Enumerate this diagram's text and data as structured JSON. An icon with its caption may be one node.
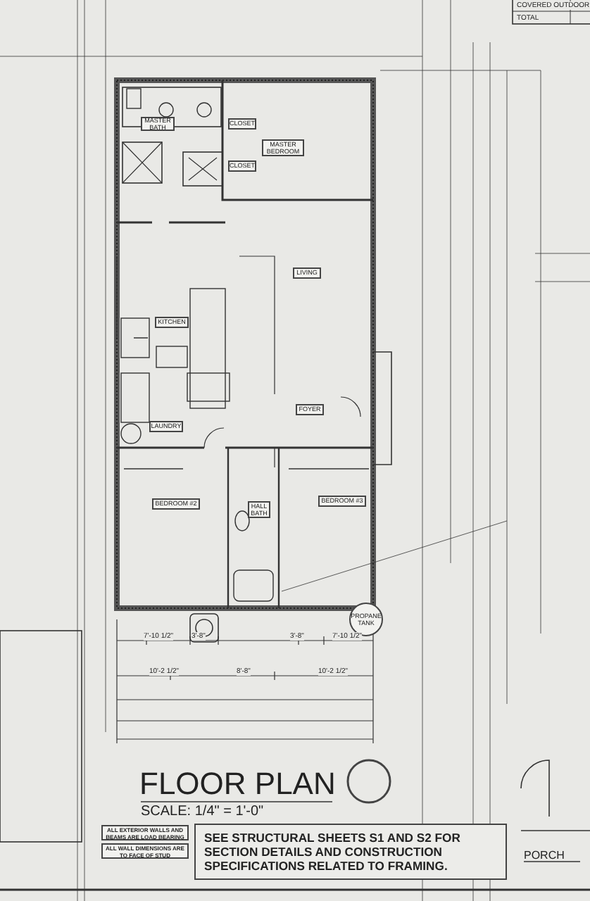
{
  "diagram": {
    "title": "FLOOR PLAN",
    "nodes": [
      {
        "text": [
          "MASTER BATH"
        ]
      },
      {
        "text": [
          "CLOSET"
        ]
      },
      {
        "text": [
          "MASTER BEDROOM"
        ]
      },
      {
        "text": [
          "CLOSET"
        ]
      },
      {
        "text": [
          "LIVING"
        ]
      },
      {
        "text": [
          "KITCHEN"
        ]
      },
      {
        "text": [
          "LAUNDRY"
        ]
      },
      {
        "text": [
          "FOYER"
        ]
      },
      {
        "text": [
          "BEDROOM #2"
        ]
      },
      {
        "text": [
          "HALL BATH"
        ]
      },
      {
        "text": [
          "BEDROOM #3"
        ]
      },
      {
        "text": [
          "PROPANE TANK"
        ]
      },
      {
        "text": [
          "ALL EXTERIOR WALLS AND BEAMS ARE LOAD BEARING"
        ]
      },
      {
        "text": [
          "ALL WALL DIMENSIONS ARE TO FACE OF STUD"
        ]
      },
      {
        "text": [
          "SEE STRUCTURAL SHEETS S1 AND S2 FOR SECTION DETAILS AND CONSTRUCTION SPECIFICATIONS RELATED TO FRAMING."
        ]
      }
    ],
    "labels": [
      "COVERED OUTDOOR",
      "TOTAL",
      "7'-10 1/2\"",
      "3'-8\"",
      "3'-8\"",
      "7'-10 1/2\"",
      "10'-2 1/2\"",
      "8'-8\"",
      "10'-2 1/2\"",
      "SCALE:  1/4\" = 1'-0\"",
      "PORCH"
    ]
  }
}
